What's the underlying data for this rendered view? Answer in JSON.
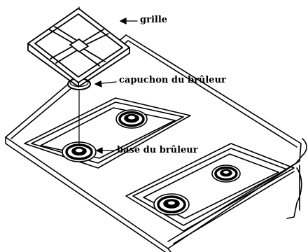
{
  "labels": {
    "grille": "grille",
    "burner_cap": "capuchon du brûleur",
    "burner_base": "base du brûleur"
  },
  "colors": {
    "line": "#000000",
    "background": "#ffffff"
  }
}
